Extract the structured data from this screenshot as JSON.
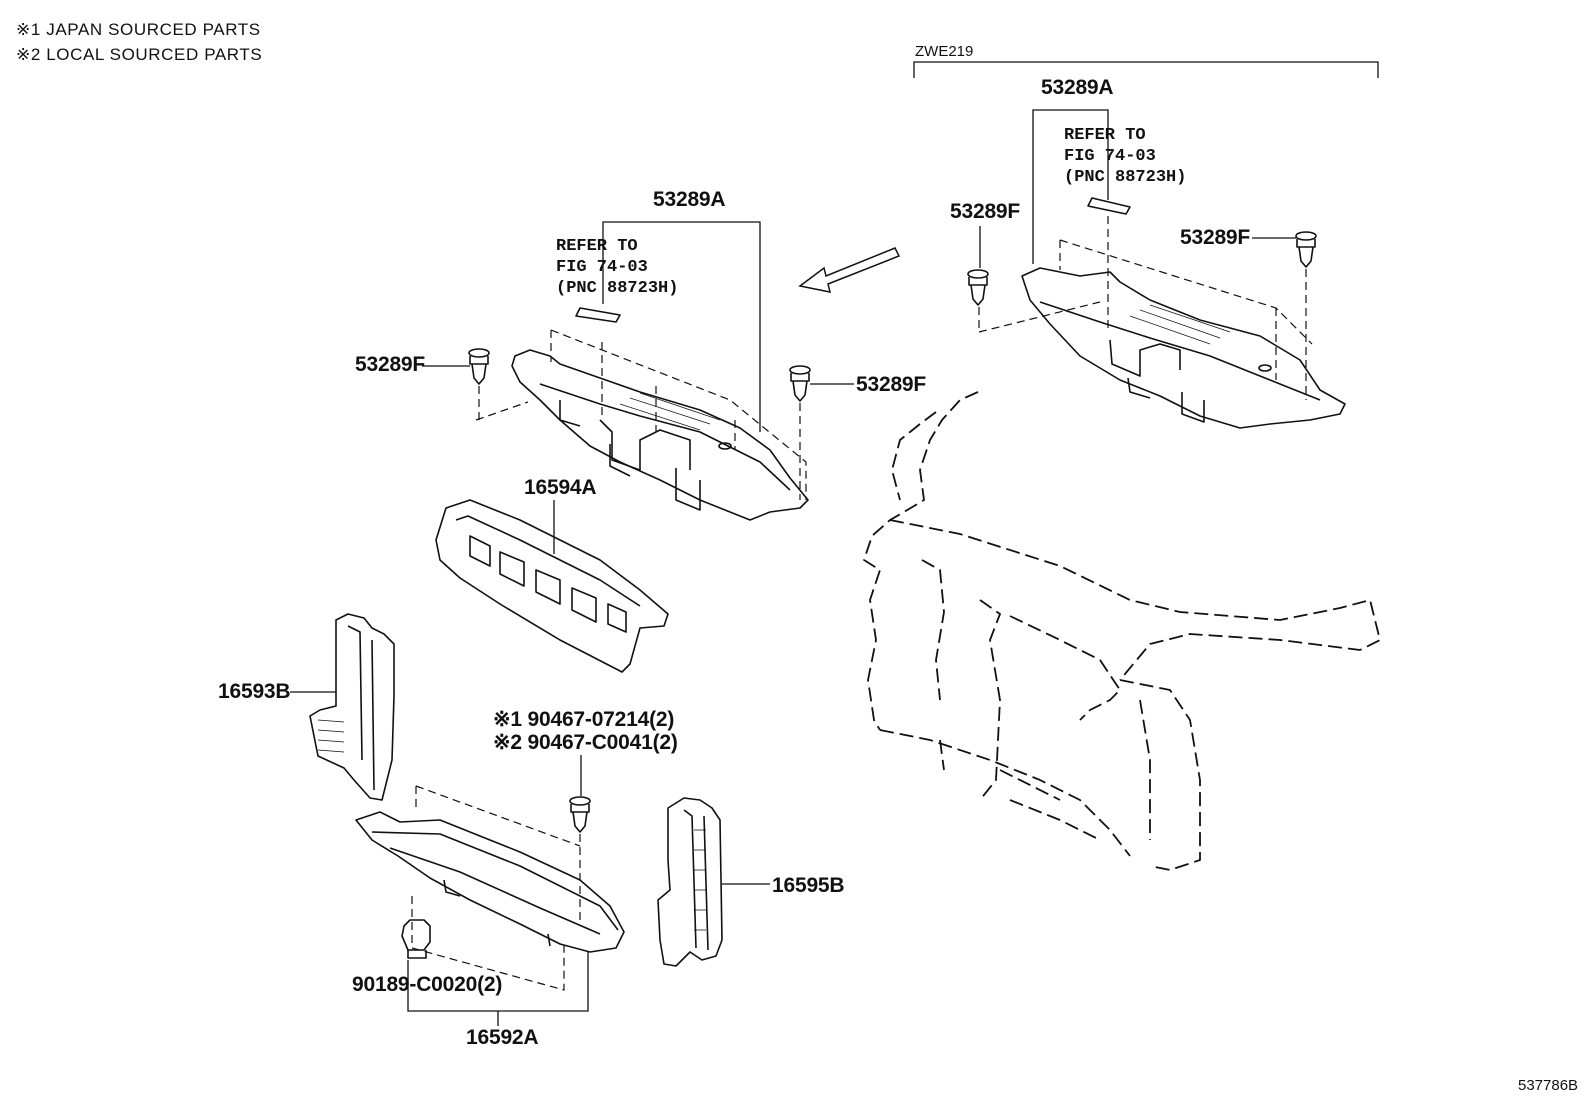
{
  "legend": {
    "note1": "※1  JAPAN SOURCED PARTS",
    "note2": "※2  LOCAL SOURCED PARTS"
  },
  "variant_label": "ZWE219",
  "figure_id": "537786B",
  "labels": {
    "p53289A_left": "53289A",
    "p53289A_right": "53289A",
    "p53289F_l1": "53289F",
    "p53289F_l2": "53289F",
    "p53289F_r1": "53289F",
    "p53289F_r2": "53289F",
    "p16594A": "16594A",
    "p16593B": "16593B",
    "p16595B": "16595B",
    "p16592A": "16592A",
    "p90467_a": "※1 90467-07214(2)",
    "p90467_b": "※2 90467-C0041(2)",
    "p90189": "90189-C0020(2)"
  },
  "refer_left": {
    "line1": "REFER TO",
    "line2": "FIG 74-03",
    "line3": "(PNC 88723H)"
  },
  "refer_right": {
    "line1": "REFER TO",
    "line2": "FIG 74-03",
    "line3": "(PNC 88723H)"
  }
}
